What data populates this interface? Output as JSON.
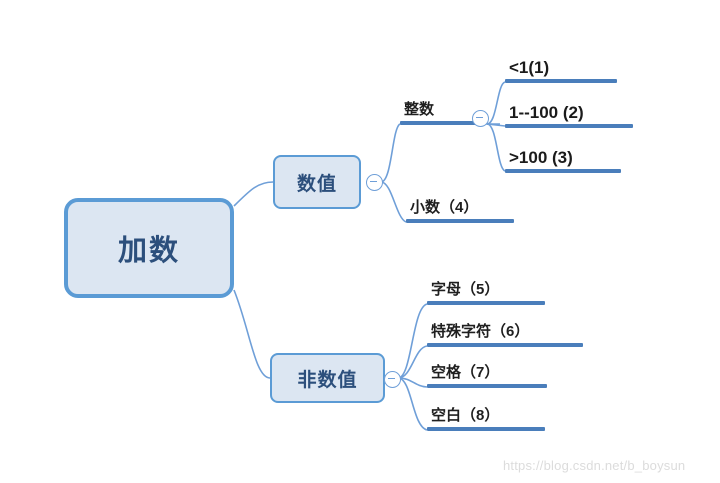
{
  "diagram": {
    "type": "mind-map",
    "title": "加数",
    "colors": {
      "node_fill": "#dce6f2",
      "node_border": "#5b9bd5",
      "node_text": "#2c4f7c",
      "branch_line": "#4a7ebb",
      "connector": "#6f9fd8",
      "background": "#ffffff",
      "watermark": "#dcdcdc"
    },
    "root": {
      "label": "加数"
    },
    "branches": [
      {
        "label": "数值",
        "toggle": "collapse-minus-icon",
        "topics": [
          {
            "label": "整数",
            "toggle": "collapse-minus-icon",
            "children": [
              {
                "label": "<1(1)"
              },
              {
                "label": "1--100 (2)"
              },
              {
                "label": ">100 (3)"
              }
            ]
          },
          {
            "label": "小数（4）",
            "children": []
          }
        ]
      },
      {
        "label": "非数值",
        "toggle": "collapse-minus-icon",
        "topics": [
          {
            "label": "字母（5）",
            "children": []
          },
          {
            "label": "特殊字符（6）",
            "children": []
          },
          {
            "label": "空格（7）",
            "children": []
          },
          {
            "label": "空白（8）",
            "children": []
          }
        ]
      }
    ]
  },
  "watermark": {
    "text": "https://blog.csdn.net/b_boysun"
  }
}
